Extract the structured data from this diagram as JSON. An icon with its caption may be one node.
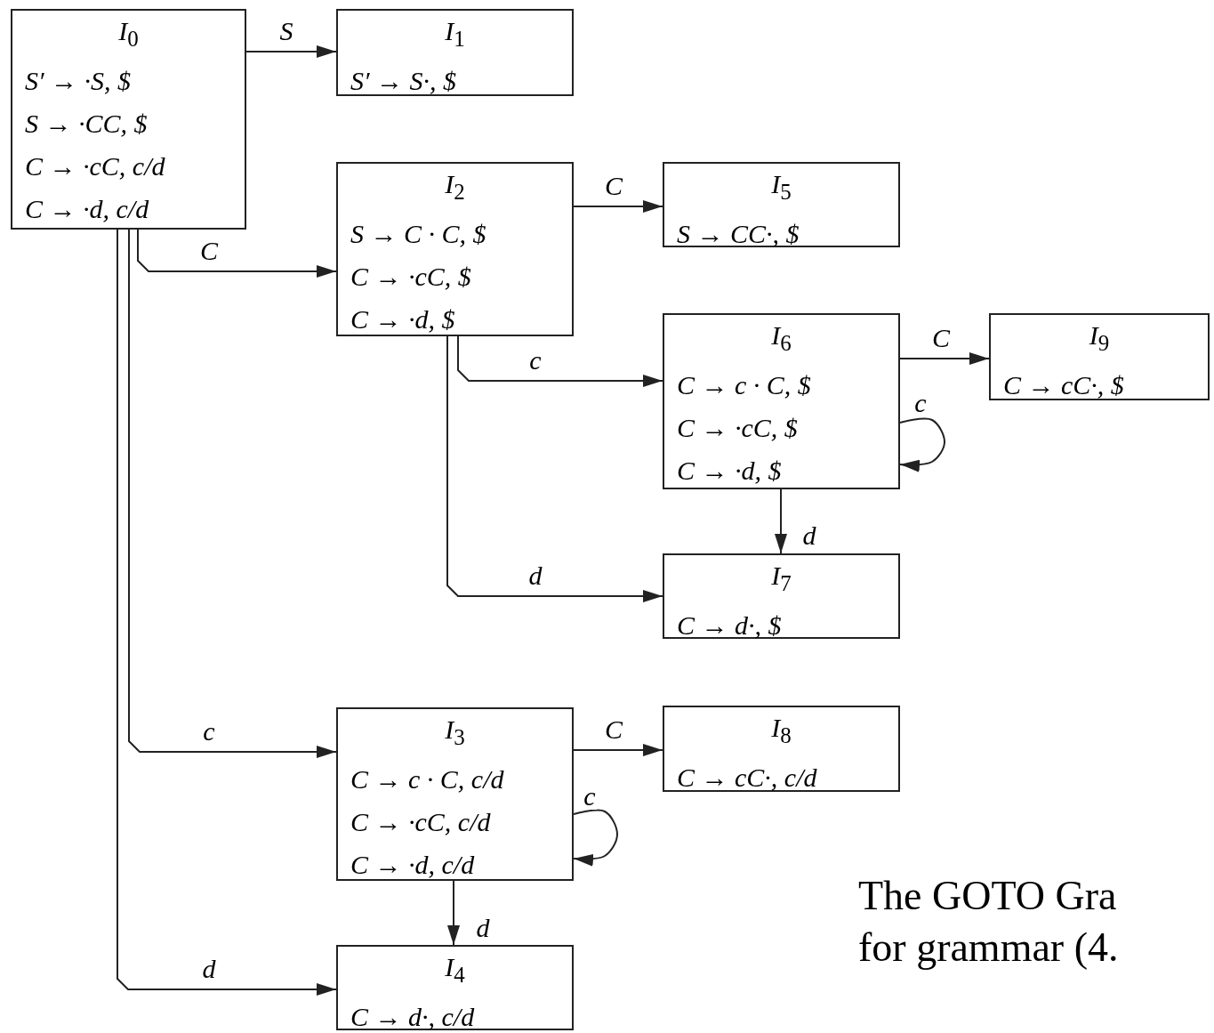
{
  "diagram": {
    "caption": "The GOTO Gra for grammar (4.",
    "nodes": [
      {
        "text": [
          "*I*$_{0}$",
          "S′ → ·S, $",
          "S → ·CC, $",
          "C → ·cC, c/d",
          "C → ·d, c/d"
        ]
      },
      {
        "text": [
          "*I*$_{1}$",
          "S′ → S·, $"
        ]
      },
      {
        "text": [
          "*I*$_{2}$",
          "S → C · C, $",
          "C → ·cC, $",
          "C → ·d, $"
        ]
      },
      {
        "text": [
          "*I*$_{5}$",
          "S → CC·, $"
        ]
      },
      {
        "text": [
          "*I*$_{6}$",
          "C → c · C, $",
          "C → ·cC, $",
          "C → ·d, $"
        ]
      },
      {
        "text": [
          "*I*$_{9}$",
          "C → cC·, $"
        ]
      },
      {
        "text": [
          "*I*$_{7}$",
          "C → d·, $"
        ]
      },
      {
        "text": [
          "*I*$_{3}$",
          "C → c · C, c/d",
          "C → ·cC, c/d",
          "C → ·d, c/d"
        ]
      },
      {
        "text": [
          "*I*$_{8}$",
          "C → cC·, c/d"
        ]
      },
      {
        "text": [
          "*I*$_{4}$",
          "C → d·, c/d"
        ]
      }
    ],
    "edges": [
      {
        "from": 0,
        "to": 1,
        "arrow": "to",
        "label": "S"
      },
      {
        "from": 0,
        "to": 2,
        "arrow": "to",
        "label": "C"
      },
      {
        "from": 0,
        "to": 7,
        "arrow": "to",
        "label": "c"
      },
      {
        "from": 0,
        "to": 9,
        "arrow": "to",
        "label": "d"
      },
      {
        "from": 2,
        "to": 3,
        "arrow": "to",
        "label": "C"
      },
      {
        "from": 2,
        "to": 4,
        "arrow": "to",
        "label": "c"
      },
      {
        "from": 2,
        "to": 6,
        "arrow": "to",
        "label": "d"
      },
      {
        "from": 4,
        "to": 5,
        "arrow": "to",
        "label": "C"
      },
      {
        "from": 4,
        "to": 4,
        "arrow": "to",
        "label": "c"
      },
      {
        "from": 4,
        "to": 6,
        "arrow": "to",
        "label": "d"
      },
      {
        "from": 7,
        "to": 8,
        "arrow": "to",
        "label": "C"
      },
      {
        "from": 7,
        "to": 7,
        "arrow": "to",
        "label": "c"
      },
      {
        "from": 7,
        "to": 9,
        "arrow": "to",
        "label": "d"
      }
    ]
  }
}
